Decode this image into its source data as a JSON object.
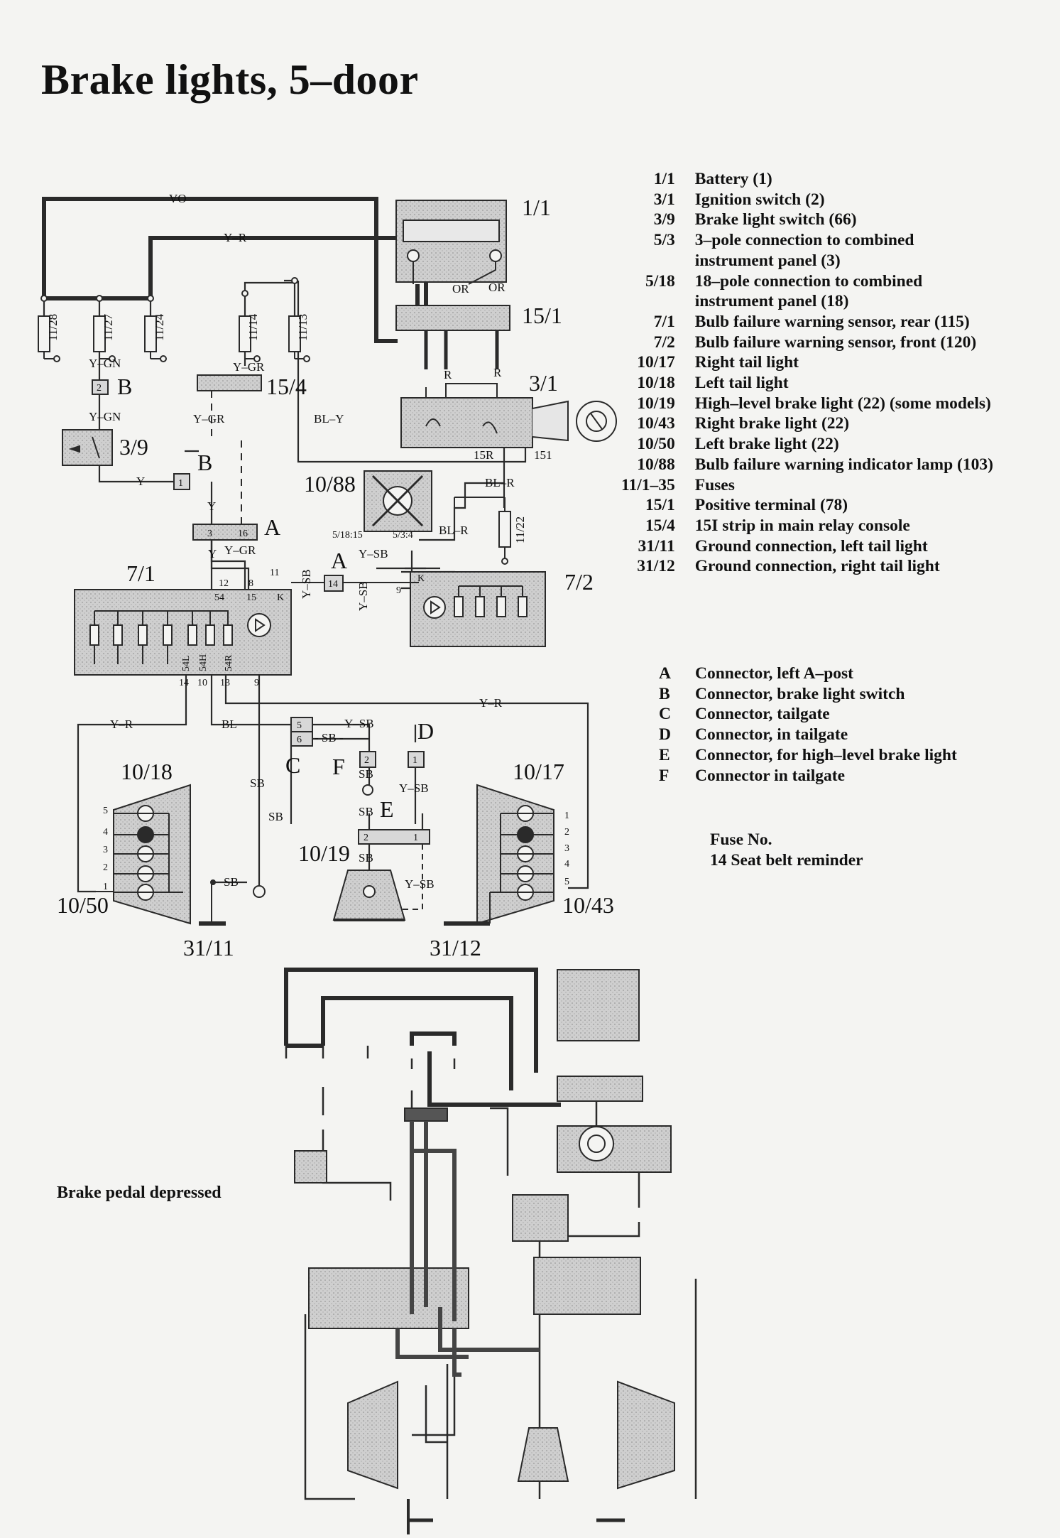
{
  "title": "Brake lights, 5–door",
  "legend_components": [
    {
      "code": "1/1",
      "desc": "Battery (1)"
    },
    {
      "code": "3/1",
      "desc": "Ignition switch (2)"
    },
    {
      "code": "3/9",
      "desc": "Brake light switch (66)"
    },
    {
      "code": "5/3",
      "desc": "3–pole connection to combined"
    },
    {
      "code": "",
      "desc": "instrument panel (3)"
    },
    {
      "code": "5/18",
      "desc": "18–pole connection to combined"
    },
    {
      "code": "",
      "desc": "instrument panel (18)"
    },
    {
      "code": "7/1",
      "desc": "Bulb failure warning sensor, rear (115)"
    },
    {
      "code": "7/2",
      "desc": "Bulb failure warning sensor, front (120)"
    },
    {
      "code": "10/17",
      "desc": "Right tail light"
    },
    {
      "code": "10/18",
      "desc": "Left tail light"
    },
    {
      "code": "10/19",
      "desc": "High–level brake light (22) (some models)"
    },
    {
      "code": "10/43",
      "desc": "Right brake light (22)"
    },
    {
      "code": "10/50",
      "desc": "Left brake light (22)"
    },
    {
      "code": "10/88",
      "desc": "Bulb failure warning indicator lamp (103)"
    },
    {
      "code": "11/1–35",
      "desc": "Fuses"
    },
    {
      "code": "15/1",
      "desc": "Positive terminal (78)"
    },
    {
      "code": "15/4",
      "desc": "15I strip in main relay console"
    },
    {
      "code": "31/11",
      "desc": "Ground connection, left tail light"
    },
    {
      "code": "31/12",
      "desc": "Ground connection, right tail light"
    }
  ],
  "legend_connectors": [
    {
      "code": "A",
      "desc": "Connector, left A–post"
    },
    {
      "code": "B",
      "desc": "Connector, brake light switch"
    },
    {
      "code": "C",
      "desc": "Connector, tailgate"
    },
    {
      "code": "D",
      "desc": "Connector, in tailgate"
    },
    {
      "code": "E",
      "desc": "Connector, for high–level brake light"
    },
    {
      "code": "F",
      "desc": "Connector in tailgate"
    }
  ],
  "fuse_note": {
    "heading": "Fuse No.",
    "line": "14 Seat belt reminder"
  },
  "pedal_label": "Brake pedal depressed",
  "diagram": {
    "components": {
      "battery": "1/1",
      "positive_terminal": "15/1",
      "ignition_switch": "3/1",
      "strip_15i": "15/4",
      "brake_switch": "3/9",
      "indicator_lamp": "10/88",
      "sensor_rear": "7/1",
      "sensor_front": "7/2",
      "left_tail": "10/18",
      "right_tail": "10/17",
      "high_level": "10/19",
      "left_brake": "10/50",
      "right_brake": "10/43",
      "ground_left": "31/11",
      "ground_right": "31/12"
    },
    "fuses": {
      "f28": "11/28",
      "f27": "11/27",
      "f24": "11/24",
      "f14": "11/14",
      "f13": "11/13",
      "f22": "11/22"
    },
    "connectors": {
      "a": "A",
      "b": "B",
      "c": "C",
      "d": "D",
      "e": "E",
      "f": "F"
    },
    "wires": {
      "vo": "VO",
      "yr": "Y–R",
      "ygn": "Y–GN",
      "ygr": "Y–GR",
      "bly": "BL–Y",
      "or": "OR",
      "r": "R",
      "y": "Y",
      "ysb": "Y–SB",
      "blr": "BL–R",
      "bl": "BL",
      "sb": "SB",
      "dsb": "- SB -",
      "r15": "15R",
      "r151": "151"
    },
    "pins": {
      "p1": "1",
      "p2": "2",
      "p3": "3",
      "p4": "4",
      "p5": "5",
      "p6": "6",
      "p8": "8",
      "p9": "9",
      "p10": "10",
      "p11": "11",
      "p12": "12",
      "p13": "13",
      "p14": "14",
      "p15": "15",
      "p16": "16",
      "p54": "54",
      "k": "K",
      "p54l": "54L",
      "p54h": "54H",
      "p54r": "54R",
      "p518": "5/18:15",
      "p53": "5/3:4"
    },
    "colors": {
      "wire": "#2a2a2a",
      "component_fill": "#c8c8c8",
      "active_wire": "#555555",
      "background": "#f4f4f2"
    }
  }
}
